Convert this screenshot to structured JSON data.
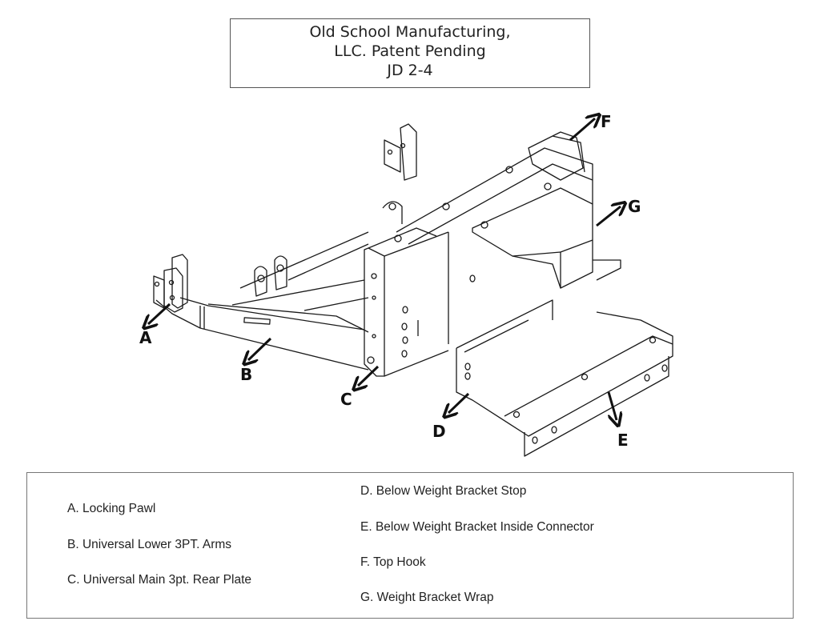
{
  "title": {
    "lines": [
      "Old School Manufacturing,",
      "LLC. Patent Pending",
      "JD 2-4"
    ]
  },
  "callouts": [
    {
      "letter": "A"
    },
    {
      "letter": "B"
    },
    {
      "letter": "C"
    },
    {
      "letter": "D"
    },
    {
      "letter": "E"
    },
    {
      "letter": "F"
    },
    {
      "letter": "G"
    }
  ],
  "legend": {
    "left_column": [
      "A. Locking Pawl",
      "B. Universal Lower 3PT. Arms",
      "C. Universal Main 3pt. Rear Plate"
    ],
    "right_column": [
      "D. Below Weight Bracket Stop",
      "E. Below Weight Bracket Inside Connector",
      "F. Top Hook",
      "G. Weight Bracket Wrap"
    ]
  },
  "colors": {
    "line": "#1a1a1a",
    "background": "#ffffff"
  }
}
